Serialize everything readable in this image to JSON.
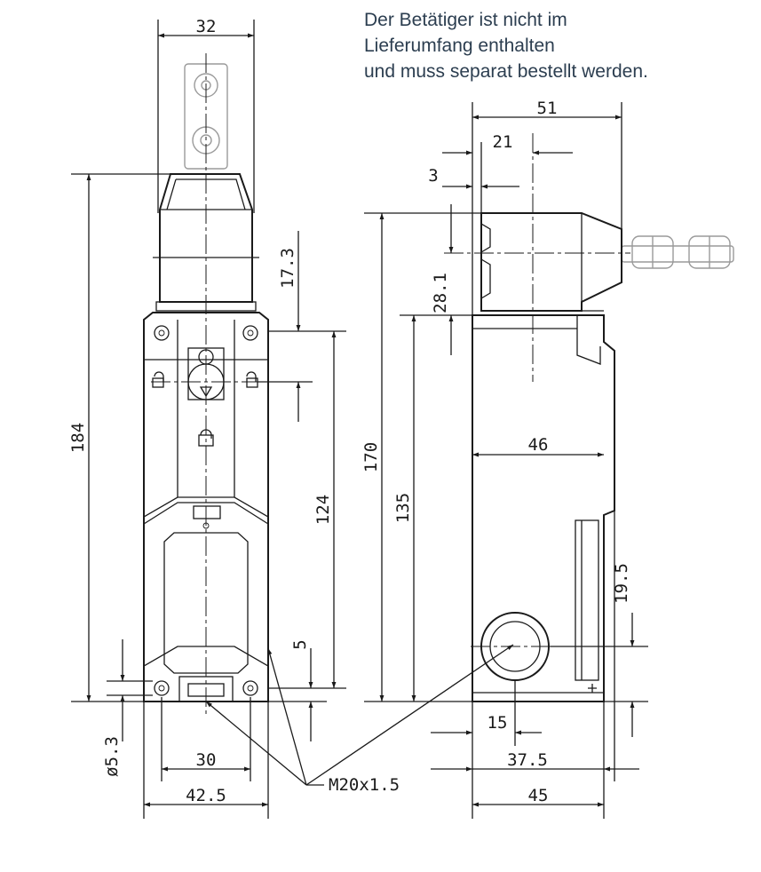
{
  "note_lines": [
    "Der Betätiger ist nicht im",
    "Lieferumfang enthalten",
    "und muss separat bestellt werden."
  ],
  "dimensions": {
    "top_width": "32",
    "total_height": "184",
    "upper_offset": "17.3",
    "mount_height": "124",
    "bottom_offset": "5",
    "hole_diameter": "ø5.3",
    "mount_spacing": "30",
    "front_width": "42.5",
    "thread": "M20x1.5",
    "side_depth": "51",
    "side_21": "21",
    "side_3": "3",
    "side_height": "170",
    "head_height": "28.1",
    "side_135": "135",
    "body_46": "46",
    "conduit_height": "19.5",
    "conduit_15": "15",
    "side_37_5": "37.5",
    "side_width": "45"
  },
  "colors": {
    "line": "#1a1a1a",
    "actuator": "#9a9a9a",
    "note_text": "#2c3e50"
  }
}
